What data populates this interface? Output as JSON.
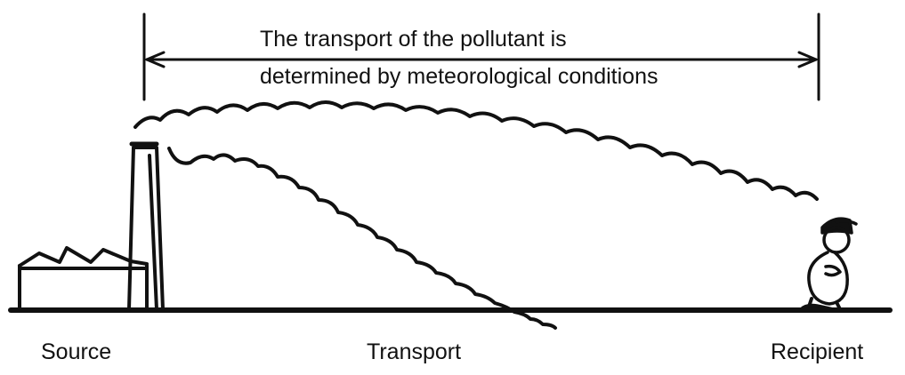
{
  "diagram": {
    "header": {
      "line_1": "The transport of the pollutant is",
      "line_2": "determined by meteorological conditions"
    },
    "captions": {
      "source": "Source",
      "transport": "Transport",
      "recipient": "Recipient"
    },
    "colors": {
      "ink": "#111111",
      "background": "#ffffff"
    }
  }
}
